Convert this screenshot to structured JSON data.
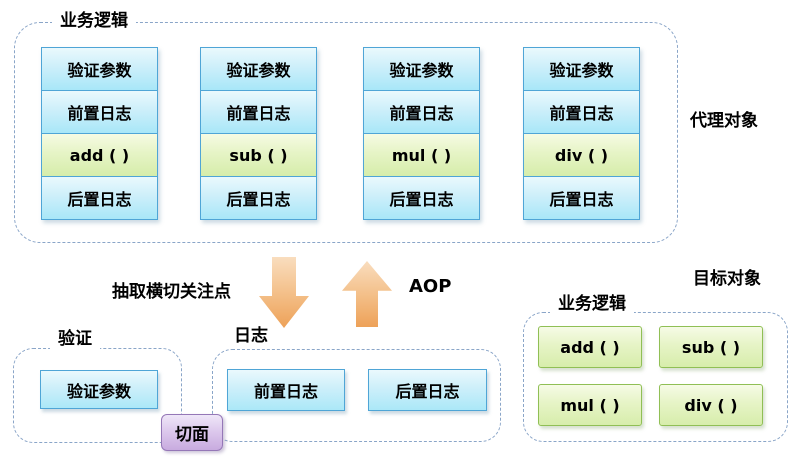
{
  "proxy": {
    "label": "业务逻辑",
    "side_label": "代理对象",
    "columns": [
      {
        "cells": [
          "验证参数",
          "前置日志",
          "add (  )",
          "后置日志"
        ]
      },
      {
        "cells": [
          "验证参数",
          "前置日志",
          "sub (  )",
          "后置日志"
        ]
      },
      {
        "cells": [
          "验证参数",
          "前置日志",
          "mul (  )",
          "后置日志"
        ]
      },
      {
        "cells": [
          "验证参数",
          "前置日志",
          "div (  )",
          "后置日志"
        ]
      }
    ]
  },
  "middle": {
    "extract_label": "抽取横切关注点",
    "aop_label": "AOP"
  },
  "validation_group": {
    "label": "验证",
    "box": "验证参数"
  },
  "logging_group": {
    "label": "日志",
    "boxes": [
      "前置日志",
      "后置日志"
    ]
  },
  "aspect": {
    "label": "切面"
  },
  "target": {
    "side_label": "目标对象",
    "label": "业务逻辑",
    "methods": [
      "add (  )",
      "sub (  )",
      "mul (  )",
      "div (  )"
    ]
  },
  "colors": {
    "dashed_border": "#8aa5c8",
    "blue_box_border": "#4fa5d6",
    "blue_box_top": "#eaf9fd",
    "blue_box_bottom": "#a8e7f8",
    "green_box_border": "#90bf55",
    "green_box_top": "#f6fbe6",
    "green_box_bottom": "#d7edab",
    "purple_box_border": "#9577b7",
    "purple_box_top": "#efe7f8",
    "purple_box_bottom": "#c8abdf",
    "arrow_top": "#f9ddbe",
    "arrow_bottom": "#eda158",
    "text": "#000000"
  }
}
